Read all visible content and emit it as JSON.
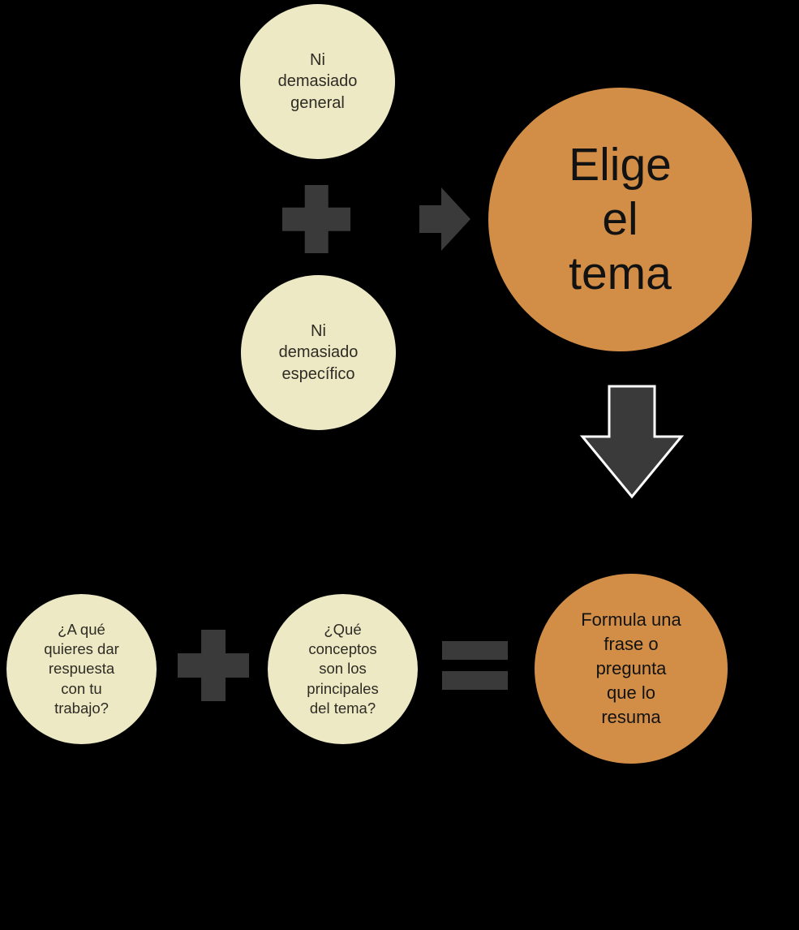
{
  "colors": {
    "background": "#000000",
    "cream": "#ECE9C4",
    "orange": "#D28E46",
    "operator": "#3A3A3A",
    "arrow_outline": "#FFFFFF",
    "text_on_cream": "#2E2C24",
    "text_on_orange": "#121212"
  },
  "diagram": {
    "top_row": {
      "input_a": "Ni demasiado general",
      "operator": "plus",
      "input_b": "Ni demasiado específico",
      "connector": "right-arrow",
      "result": "Elige el tema"
    },
    "connector": "down-arrow",
    "bottom_row": {
      "input_a": "¿A qué quieres dar respuesta con tu trabajo?",
      "operator": "plus",
      "input_b": "¿Qué conceptos son los principales del tema?",
      "relation": "equals",
      "result": "Formula una frase o pregunta que lo resuma"
    }
  }
}
